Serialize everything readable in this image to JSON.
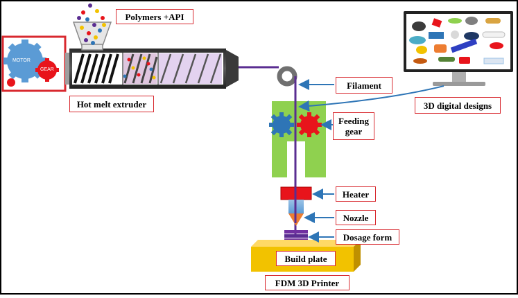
{
  "labels": {
    "polymers_api": "Polymers +API",
    "hot_melt_extruder": "Hot melt extruder",
    "filament": "Filament",
    "digital_designs": "3D digital designs",
    "feeding_gear": "Feeding\ngear",
    "heater": "Heater",
    "nozzle": "Nozzle",
    "dosage_form": "Dosage form",
    "build_plate": "Build plate",
    "fdm_printer": "FDM 3D Printer"
  },
  "motor": {
    "motor_text": "MOTOR",
    "gear_text": "GEAR"
  },
  "colors": {
    "label_border": "#d8292f",
    "motor_gear": "#5b9bd5",
    "red_gear": "#e8141b",
    "filament": "#5a2d91",
    "feeder_body": "#8fd14f",
    "arrow": "#2e75b6",
    "build_plate": "#f2c200"
  }
}
